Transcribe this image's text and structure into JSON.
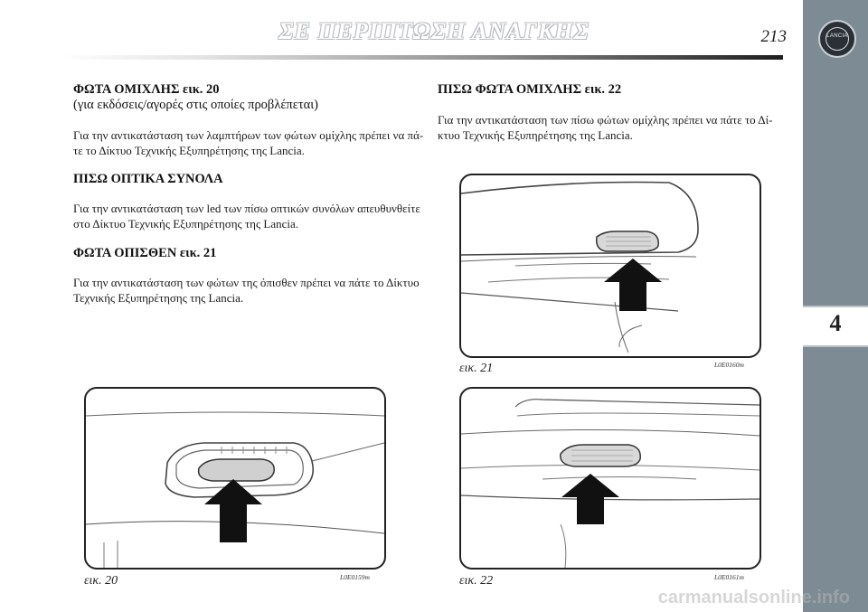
{
  "header": {
    "title": "ΣΕ ΠΕΡΙΠΤΩΣΗ ΑΝΑΓΚΗΣ",
    "page_number": "213"
  },
  "sidebar": {
    "logo_text": "LANCIA",
    "chapter": "4"
  },
  "left": {
    "s1": {
      "heading": "ΦΩΤΑ ΟΜΙΧΛΗΣ εικ. 20",
      "subheading": "(για εκδόσεις/αγορές στις οποίες προβλέπεται)",
      "line1": "Για την αντικατάσταση των λαμπτήρων των φώτων ομίχλης πρέπει να πά-",
      "line2": "τε το Δίκτυο Τεχνικής Εξυπηρέτησης της Lancia."
    },
    "s2": {
      "heading": "ΠΙΣΩ ΟΠΤΙΚΑ ΣΥΝΟΛΑ",
      "line1": "Για την αντικατάσταση των led των πίσω οπτικών συνόλων απευθυνθείτε",
      "line2": "στο Δίκτυο Τεχνικής Εξυπηρέτησης της Lancia."
    },
    "s3": {
      "heading": "ΦΩΤΑ ΟΠΙΣΘΕΝ εικ. 21",
      "line1": "Για την αντικατάσταση των φώτων της όπισθεν πρέπει να πάτε το Δίκτυο",
      "line2": "Τεχνικής Εξυπηρέτησης της Lancia."
    }
  },
  "right": {
    "s4": {
      "heading": "ΠΙΣΩ ΦΩΤΑ ΟΜΙΧΛΗΣ εικ. 22",
      "line1": "Για την αντικατάσταση των πίσω φώτων ομίχλης πρέπει να πάτε το Δί-",
      "line2": "κτυο Τεχνικής Εξυπηρέτησης της Lancia."
    }
  },
  "figures": {
    "fig20": {
      "caption": "εικ. 20",
      "code": "L0E0159m"
    },
    "fig21": {
      "caption": "εικ. 21",
      "code": "L0E0160m"
    },
    "fig22": {
      "caption": "εικ. 22",
      "code": "L0E0161m"
    }
  },
  "watermark": "carmanualsonline.info"
}
